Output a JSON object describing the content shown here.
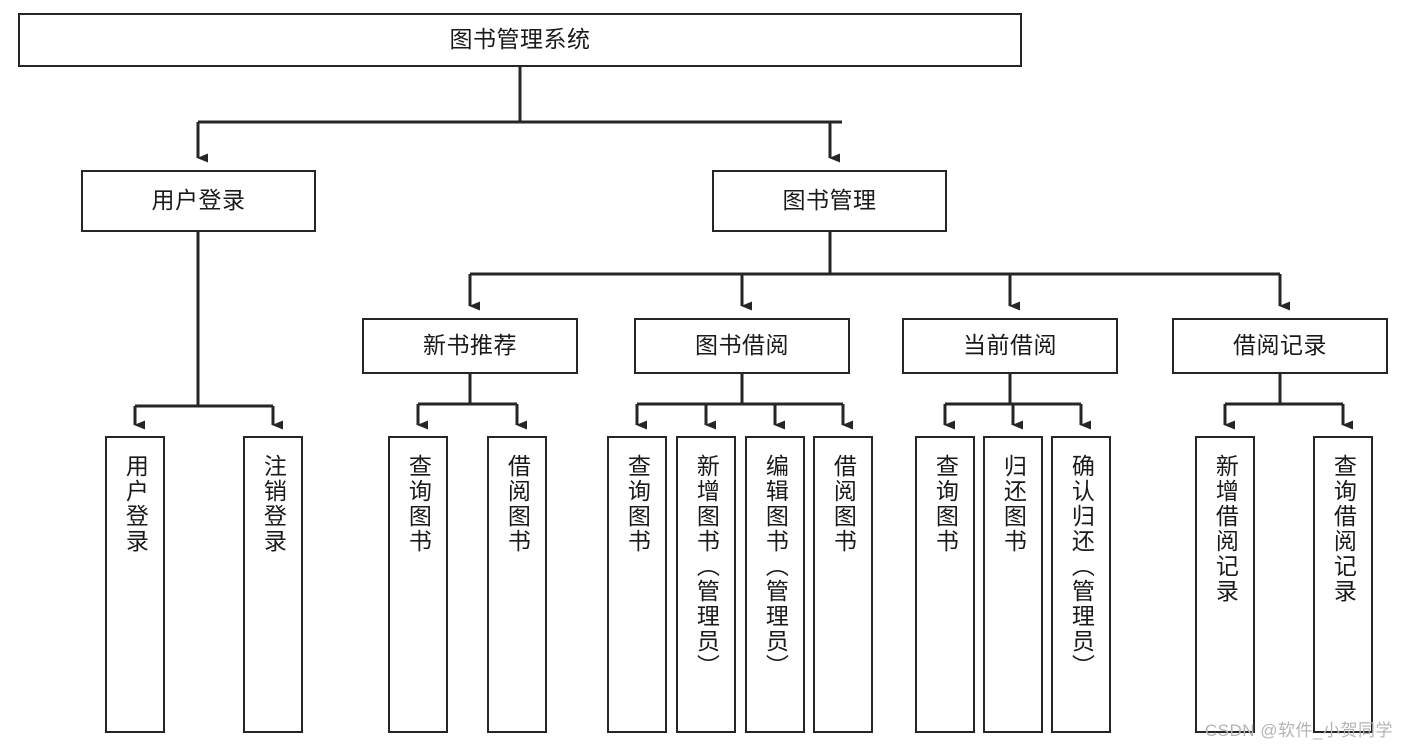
{
  "diagram": {
    "title": "图书管理系统",
    "type": "hierarchy-tree",
    "watermark": "CSDN @软件_小贺同学",
    "colors": {
      "box_border": "#262626",
      "box_fill": "#ffffff",
      "edge": "#262626",
      "text": "#1a1a1a",
      "watermark": "#b4b4b4"
    },
    "levels": {
      "root": {
        "label": "图书管理系统"
      },
      "level2": [
        {
          "id": "user-login",
          "label": "用户登录"
        },
        {
          "id": "book-management",
          "label": "图书管理"
        }
      ],
      "level3": [
        {
          "id": "new-book-recommend",
          "label": "新书推荐",
          "parent": "book-management"
        },
        {
          "id": "book-borrow",
          "label": "图书借阅",
          "parent": "book-management"
        },
        {
          "id": "current-borrow",
          "label": "当前借阅",
          "parent": "book-management"
        },
        {
          "id": "borrow-record",
          "label": "借阅记录",
          "parent": "book-management"
        }
      ],
      "leaves": [
        {
          "id": "leaf-user-login",
          "label": "用户登录",
          "parent": "user-login"
        },
        {
          "id": "leaf-logout-login",
          "label": "注销登录",
          "parent": "user-login"
        },
        {
          "id": "leaf-query-book-1",
          "label": "查询图书",
          "parent": "new-book-recommend"
        },
        {
          "id": "leaf-borrow-book-1",
          "label": "借阅图书",
          "parent": "new-book-recommend"
        },
        {
          "id": "leaf-query-book-2",
          "label": "查询图书",
          "parent": "book-borrow"
        },
        {
          "id": "leaf-add-book",
          "label": "新增图书（管理员）",
          "parent": "book-borrow"
        },
        {
          "id": "leaf-edit-book",
          "label": "编辑图书（管理员）",
          "parent": "book-borrow"
        },
        {
          "id": "leaf-borrow-book-2",
          "label": "借阅图书",
          "parent": "book-borrow"
        },
        {
          "id": "leaf-query-book-3",
          "label": "查询图书",
          "parent": "current-borrow"
        },
        {
          "id": "leaf-return-book",
          "label": "归还图书",
          "parent": "current-borrow"
        },
        {
          "id": "leaf-confirm-return",
          "label": "确认归还（管理员）",
          "parent": "current-borrow"
        },
        {
          "id": "leaf-add-record",
          "label": "新增借阅记录",
          "parent": "borrow-record"
        },
        {
          "id": "leaf-query-record",
          "label": "查询借阅记录",
          "parent": "borrow-record"
        }
      ]
    }
  }
}
